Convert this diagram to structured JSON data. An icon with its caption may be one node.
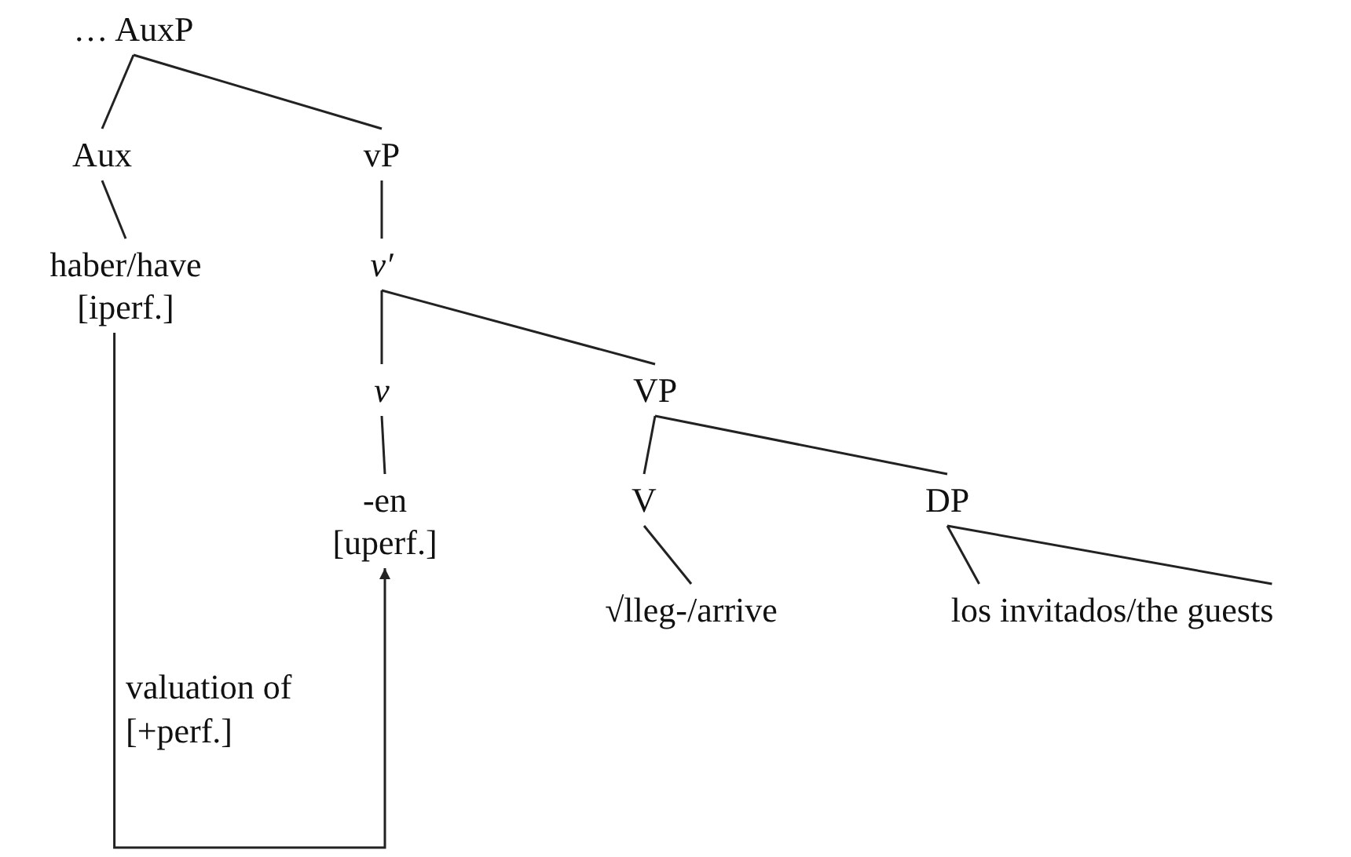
{
  "diagram": {
    "nodes": [
      {
        "text": [
          "… AuxP"
        ]
      },
      {
        "text": [
          "Aux"
        ]
      },
      {
        "text": [
          "vP"
        ]
      },
      {
        "text": [
          "haber/have",
          "[iperf.]"
        ]
      },
      {
        "text": [
          "v′"
        ]
      },
      {
        "text": [
          "v"
        ]
      },
      {
        "text": [
          "-en",
          "[uperf.]"
        ]
      },
      {
        "text": [
          "VP"
        ]
      },
      {
        "text": [
          "V"
        ]
      },
      {
        "text": [
          "DP"
        ]
      },
      {
        "text": [
          "√lleg-/arrive"
        ]
      },
      {
        "text": [
          "los invitados/the guests"
        ]
      }
    ],
    "edges": [
      {
        "from": 0,
        "to": 1,
        "arrow": "none"
      },
      {
        "from": 0,
        "to": 2,
        "arrow": "none"
      },
      {
        "from": 1,
        "to": 3,
        "arrow": "none"
      },
      {
        "from": 2,
        "to": 4,
        "arrow": "none"
      },
      {
        "from": 4,
        "to": 5,
        "arrow": "none"
      },
      {
        "from": 4,
        "to": 7,
        "arrow": "none"
      },
      {
        "from": 5,
        "to": 6,
        "arrow": "none"
      },
      {
        "from": 7,
        "to": 8,
        "arrow": "none"
      },
      {
        "from": 7,
        "to": 9,
        "arrow": "none"
      },
      {
        "from": 8,
        "to": 10,
        "arrow": "none"
      },
      {
        "from": 9,
        "to": 11,
        "arrow": "none"
      },
      {
        "from": 3,
        "to": 6,
        "arrow": "to",
        "label": "valuation of [+perf.]"
      }
    ]
  }
}
